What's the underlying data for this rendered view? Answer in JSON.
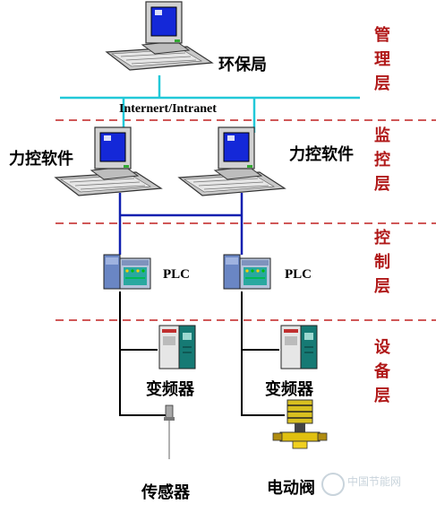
{
  "labels": {
    "epb": "环保局",
    "network": "Internert/Intranet",
    "scada_left": "力控软件",
    "scada_right": "力控软件",
    "plc_left": "PLC",
    "plc_right": "PLC",
    "inverter_left": "变频器",
    "inverter_right": "变频器",
    "sensor": "传感器",
    "valve": "电动阀"
  },
  "layers": {
    "management": [
      "管",
      "理",
      "层"
    ],
    "monitoring": [
      "监",
      "控",
      "层"
    ],
    "control": [
      "控",
      "制",
      "层"
    ],
    "device": [
      "设",
      "备",
      "层"
    ]
  },
  "watermark": "中国节能网",
  "colors": {
    "separator": "#c02020",
    "network_bus": "#22c8d8",
    "fieldbus": "#1020b0",
    "layer_text": "#b01818"
  }
}
